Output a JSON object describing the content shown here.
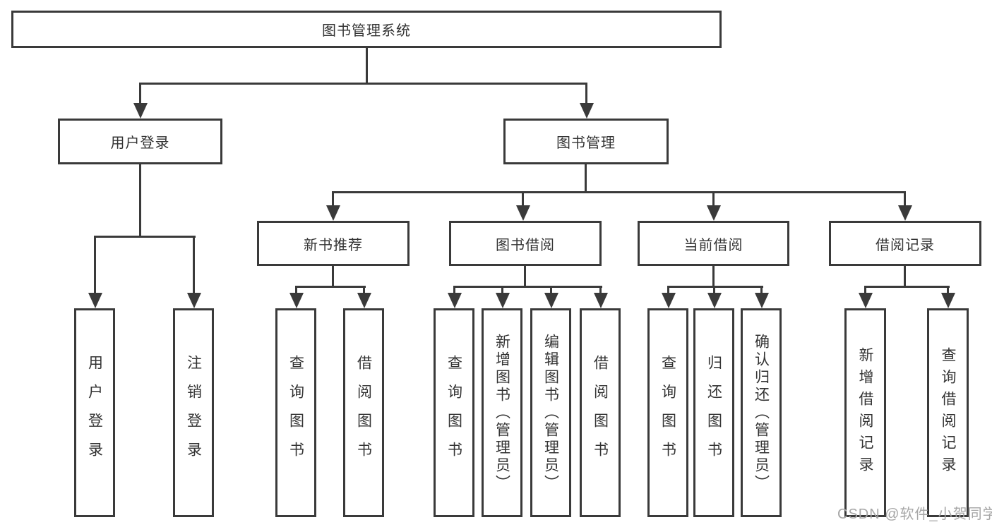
{
  "tree": {
    "label": "图书管理系统",
    "children": [
      {
        "label": "用户登录",
        "children": [
          {
            "label": "用户登录"
          },
          {
            "label": "注销登录"
          }
        ]
      },
      {
        "label": "图书管理",
        "children": [
          {
            "label": "新书推荐",
            "children": [
              {
                "label": "查询图书"
              },
              {
                "label": "借阅图书"
              }
            ]
          },
          {
            "label": "图书借阅",
            "children": [
              {
                "label": "查询图书"
              },
              {
                "label": "新增图书（管理员）"
              },
              {
                "label": "编辑图书（管理员）"
              },
              {
                "label": "借阅图书"
              }
            ]
          },
          {
            "label": "当前借阅",
            "children": [
              {
                "label": "查询图书"
              },
              {
                "label": "归还图书"
              },
              {
                "label": "确认归还（管理员）"
              }
            ]
          },
          {
            "label": "借阅记录",
            "children": [
              {
                "label": "新增借阅记录"
              },
              {
                "label": "查询借阅记录"
              }
            ]
          }
        ]
      }
    ]
  },
  "watermark": "CSDN @软件_小贺同学",
  "colors": {
    "line": "#3a3a3a",
    "text": "#333333",
    "watermark": "#a6a6a6",
    "background": "#ffffff"
  }
}
